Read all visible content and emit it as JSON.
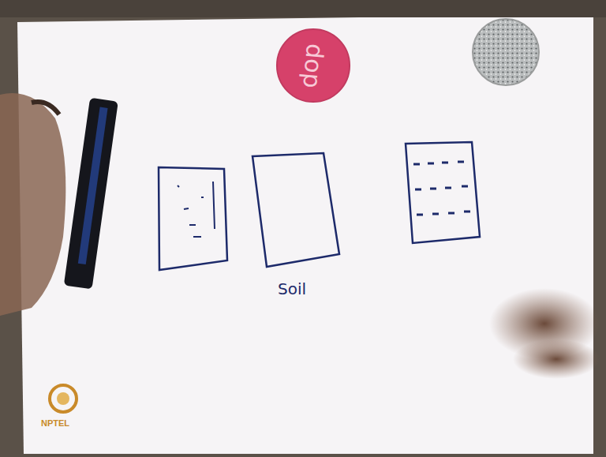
{
  "diagram": {
    "nodes": [
      {
        "text": [
          "dop"
        ]
      }
    ],
    "labels": [
      "Soil",
      "NPTEL"
    ]
  }
}
